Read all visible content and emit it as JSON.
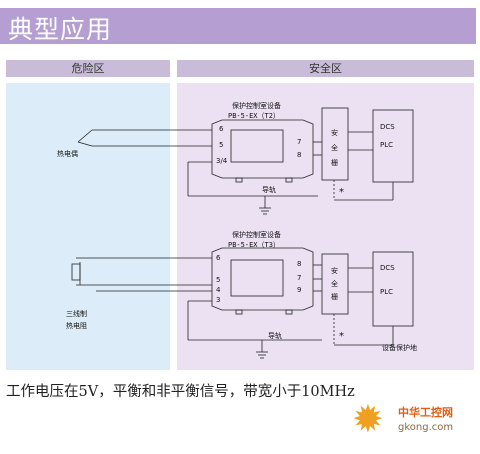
{
  "title": "典型应用",
  "zones": {
    "hazard": "危险区",
    "safe": "安全区"
  },
  "top_circuit": {
    "device_name": "保护控制室设备",
    "model": "PB-5-EX（T2）",
    "sensor": "热电偶",
    "left_pins": [
      "6",
      "5",
      "3/4"
    ],
    "right_pins": [
      "7",
      "8"
    ],
    "barrier": [
      "安",
      "全",
      "栅"
    ],
    "outputs": [
      "DCS",
      "PLC"
    ],
    "rail": "导轨",
    "mark": "*"
  },
  "bottom_circuit": {
    "device_name": "保护控制室设备",
    "model": "PB-5-EX（T3）",
    "sensor_line1": "三线制",
    "sensor_line2": "热电阻",
    "left_pins": [
      "6",
      "5",
      "4",
      "3"
    ],
    "right_pins": [
      "8",
      "7",
      "9"
    ],
    "barrier": [
      "安",
      "全",
      "栅"
    ],
    "outputs": [
      "DCS",
      "PLC"
    ],
    "rail": "导轨",
    "ground_label": "设备保护地",
    "mark": "*"
  },
  "caption": "工作电压在5V，平衡和非平衡信号，带宽小于10MHz",
  "watermark": {
    "name": "中华工控网",
    "url": "gkong.com"
  },
  "colors": {
    "title_bg": "#b49ed2",
    "hazard_bg": "#dcecf8",
    "safe_bg": "#ebe1f3",
    "logo_orange": "#e8590c"
  }
}
